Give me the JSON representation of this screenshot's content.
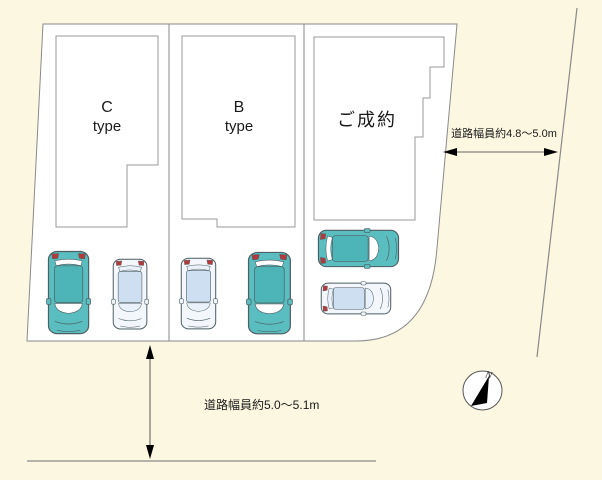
{
  "lots": [
    {
      "label": "C",
      "sublabel": "type",
      "status": "available",
      "cars": [
        "teal",
        "light"
      ]
    },
    {
      "label": "B",
      "sublabel": "type",
      "status": "available",
      "cars": [
        "light",
        "teal"
      ]
    },
    {
      "label": "ご成約",
      "status": "sold",
      "cars": [
        "teal",
        "light"
      ]
    }
  ],
  "annotations": {
    "road_width_right": "道路幅員約4.8～5.0m",
    "road_width_bottom": "道路幅員約5.0～5.1m"
  },
  "compass": {
    "north_label": "N"
  },
  "colors": {
    "bg": "#fbf7e0",
    "lot_fill": "#ffffff",
    "line": "#8a8a8a",
    "house_line": "#9a9a9a",
    "text": "#1a1a1a",
    "car_teal_body": "#5abdbf",
    "car_teal_roof": "#4db4b7",
    "car_light_body": "#f3f7fc",
    "car_light_roof": "#cfdff2",
    "car_tail": "#b23a3a",
    "car_outline": "#4d5f63",
    "needle": "#000000"
  }
}
